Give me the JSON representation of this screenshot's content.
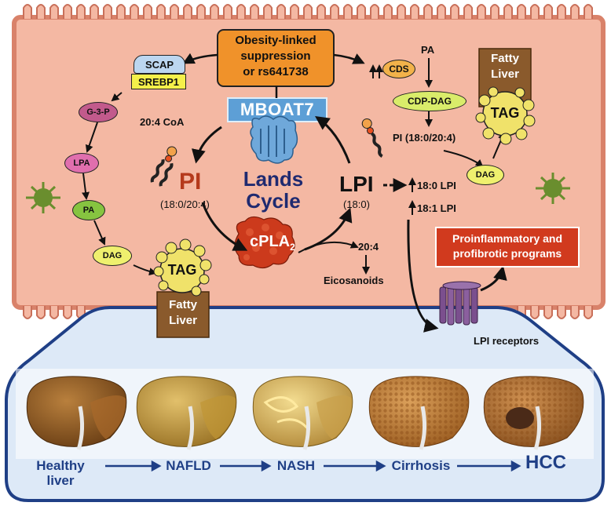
{
  "colors": {
    "cell": "#f4b8a3",
    "membrane": "#d9826a",
    "liver_panel": "#dde9f7",
    "accent_blue": "#1f3f86",
    "mboat7": "#5d9fd6",
    "lpi_receptor": "#7b4f8e",
    "proinflammatory_box": "#d13a1e"
  },
  "suppression_box": {
    "lines": [
      "Obesity-linked",
      "suppression",
      "or rs641738"
    ]
  },
  "scap": "SCAP",
  "srebp1": "SREBP1",
  "denovo": {
    "g3p": "G-3-P",
    "lpa": "LPA",
    "pa": "PA",
    "dag": "DAG"
  },
  "tag_left": {
    "tag": "TAG",
    "fatty": "Fatty",
    "liver": "Liver"
  },
  "tag_right": {
    "tag": "TAG",
    "fatty": "Fatty",
    "liver": "Liver"
  },
  "mboat7": "MBOAT7",
  "coa": "20:4 CoA",
  "lands": {
    "line1": "Lands",
    "line2": "Cycle"
  },
  "pi": {
    "name": "PI",
    "species": "(18:0/20:4)"
  },
  "lpi": {
    "name": "LPI",
    "species": "(18:0)"
  },
  "cpla2": {
    "main": "cPLA",
    "sub": "2"
  },
  "arachidonic": "20:4",
  "eicosanoids": "Eicosanoids",
  "lpi_species": {
    "first": "18:0 LPI",
    "second": "18:1 LPI"
  },
  "right_pathway": {
    "cds": "CDS",
    "pa": "PA",
    "cdpdag": "CDP-DAG",
    "pi": "PI (18:0/20:4)",
    "dag": "DAG"
  },
  "proinflammatory": {
    "line1": "Proinflammatory and",
    "line2": "profibrotic programs"
  },
  "lpi_receptors": "LPI receptors",
  "progression": [
    {
      "label": "Healthy\nliver"
    },
    {
      "label": "NAFLD"
    },
    {
      "label": "NASH"
    },
    {
      "label": "Cirrhosis"
    },
    {
      "label": "HCC"
    }
  ]
}
